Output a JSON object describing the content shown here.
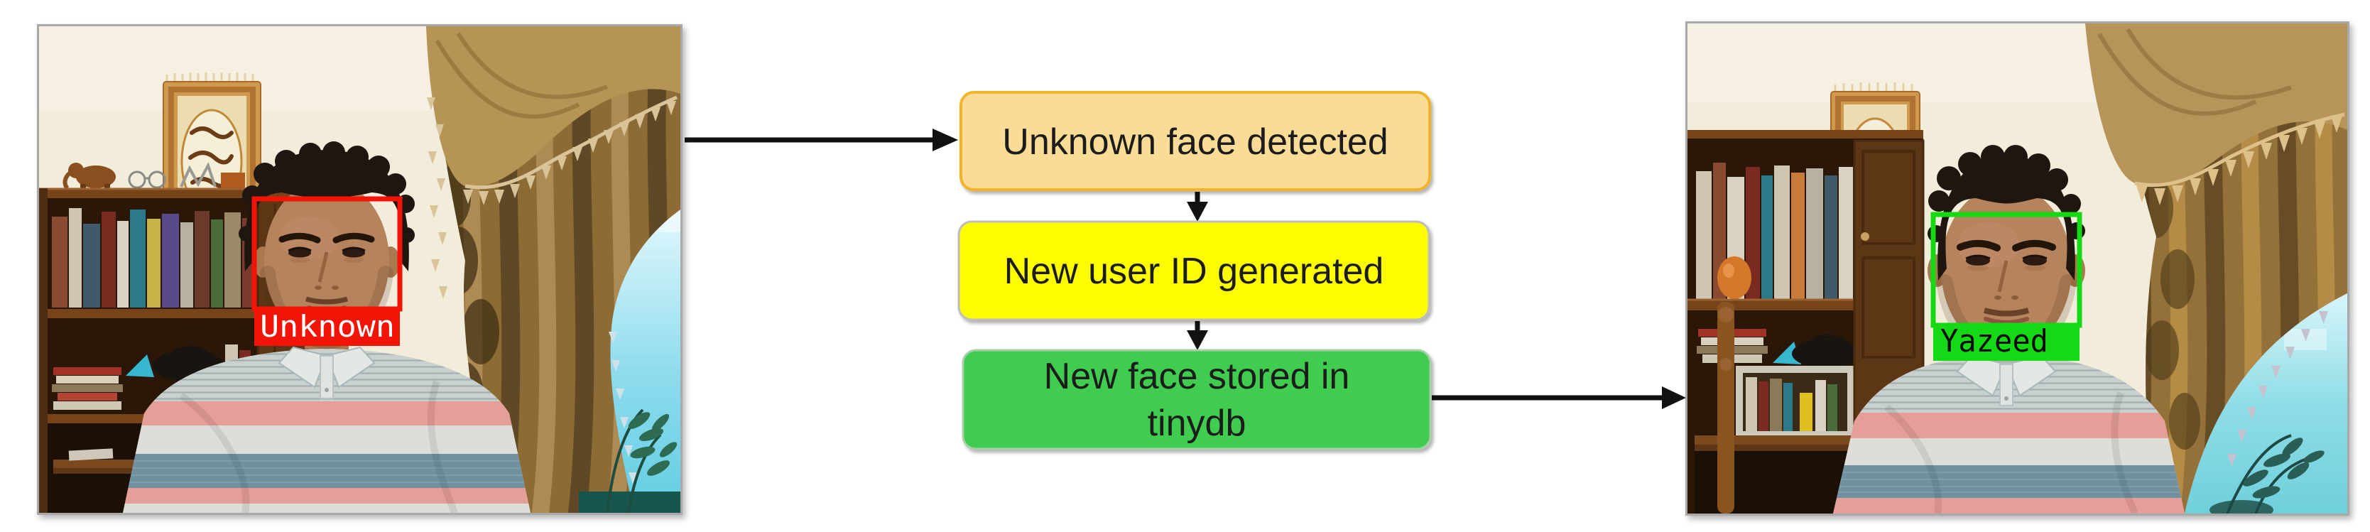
{
  "figure": {
    "background": "#ffffff",
    "left_photo": {
      "detection_label": "Unknown",
      "box_color": "#f31408",
      "label_text_color": "#ffffff"
    },
    "right_photo": {
      "detection_label": "Yazeed",
      "box_color": "#15d915",
      "label_text_color": "#0a0a0a"
    },
    "flowchart": {
      "arrow_color": "#111111",
      "steps": [
        {
          "label": "Unknown face detected",
          "fill": "#fbdc96",
          "border": "#f0b429"
        },
        {
          "label": "New user ID generated",
          "fill": "#fdfd06",
          "border": "#bdbdbd"
        },
        {
          "label": "New face stored in tinydb",
          "line1": "New face stored in",
          "line2": "tinydb",
          "fill": "#41cc50",
          "border": "#a8d0a8"
        }
      ]
    }
  }
}
